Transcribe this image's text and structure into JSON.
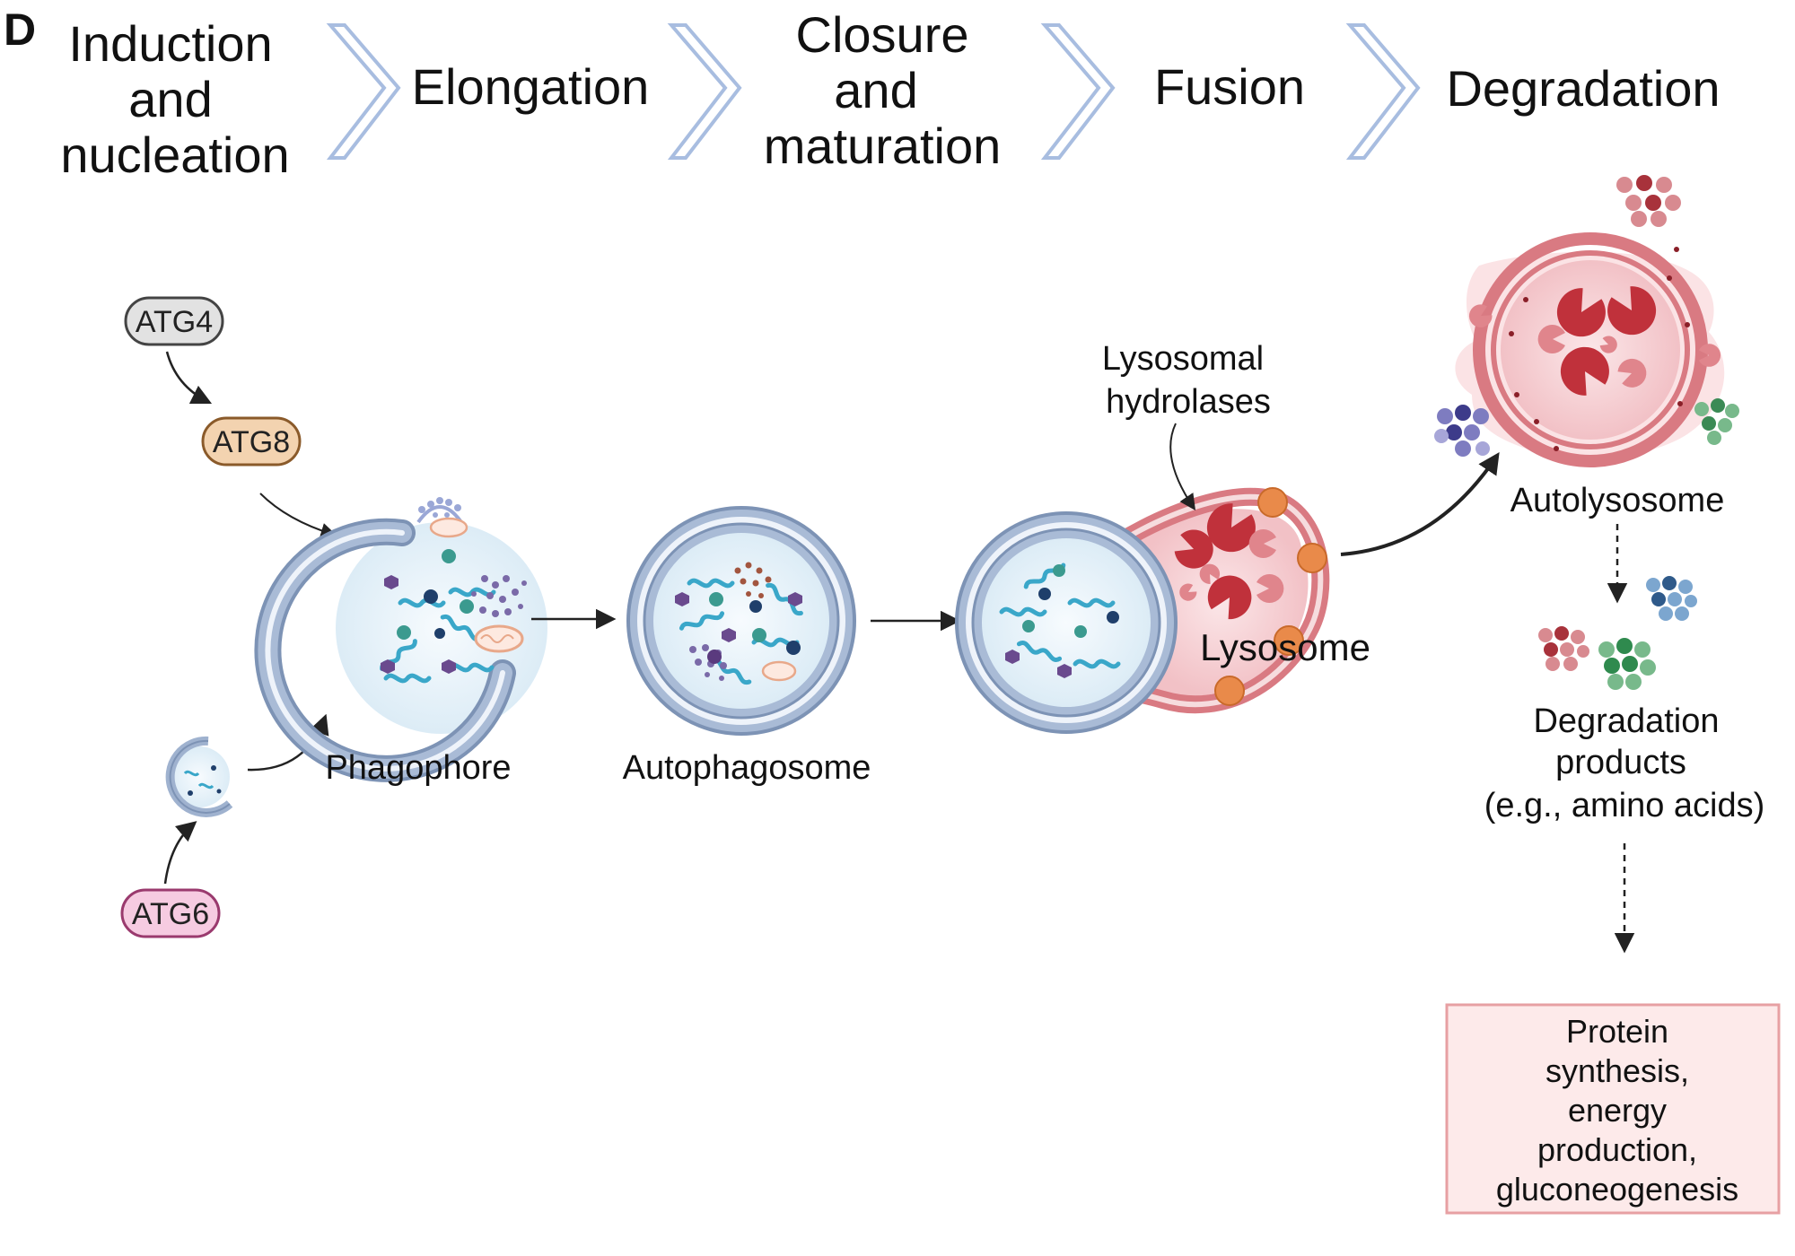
{
  "panel_letter": "D",
  "stages": [
    {
      "id": "induction",
      "lines": [
        "Induction",
        "and",
        "nucleation"
      ]
    },
    {
      "id": "elongation",
      "lines": [
        "Elongation"
      ]
    },
    {
      "id": "closure",
      "lines": [
        "Closure",
        "and",
        "maturation"
      ]
    },
    {
      "id": "fusion",
      "lines": [
        "Fusion"
      ]
    },
    {
      "id": "degradation",
      "lines": [
        "Degradation"
      ]
    }
  ],
  "proteins": {
    "atg4": "ATG4",
    "atg8": "ATG8",
    "atg6": "ATG6"
  },
  "labels": {
    "phagophore": "Phagophore",
    "autophagosome": "Autophagosome",
    "lysosomal_hydrolases": [
      "Lysosomal",
      "hydrolases"
    ],
    "lysosome": "Lysosome",
    "autolysosome": "Autolysosome",
    "degradation_products": [
      "Degradation",
      "products",
      "(e.g., amino acids)"
    ]
  },
  "outcome_box": {
    "lines": [
      "Protein",
      "synthesis,",
      "energy",
      "production,",
      "gluconeogenesis"
    ]
  },
  "colors": {
    "membrane": "#9fb2cf",
    "membrane_dark": "#7d93b5",
    "lumen": "#eef6fb",
    "cargo_wave": "#3aa7c9",
    "cargo_teal": "#3b9a8f",
    "cargo_navy": "#1f3f6b",
    "cargo_purple": "#6a4a8e",
    "lysosome_fill": "#f4c9cc",
    "lysosome_membrane": "#d97a82",
    "hydrolase": "#c0313b",
    "lysosome_knob": "#e98a4a",
    "chevron": "#a8bde0",
    "pill_atg4": "#e2e2e2",
    "pill_atg8": "#f3d3b0",
    "pill_atg6": "#f6cbe1",
    "outcome_fill": "#fdeaea",
    "outcome_border": "#e7a0a3"
  }
}
